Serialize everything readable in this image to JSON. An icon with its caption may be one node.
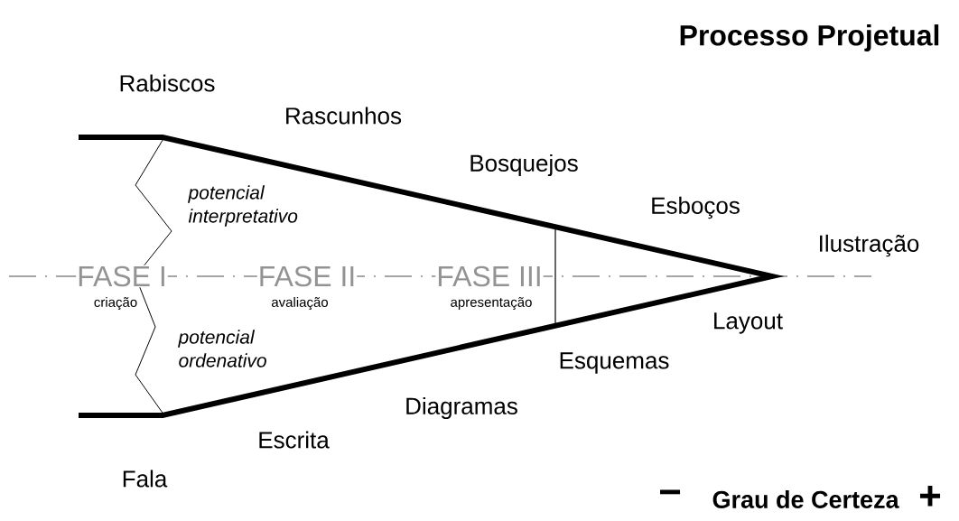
{
  "diagram": {
    "title": "Processo Projetual",
    "labels": [
      "Rabiscos",
      "Rascunhos",
      "Bosquejos",
      "Esboços",
      "potencial interpretativo",
      "Ilustração",
      "FASE I",
      "FASE II",
      "FASE III",
      "criação",
      "avaliação",
      "apresentação",
      "Layout",
      "potencial ordenativo",
      "Esquemas",
      "Diagramas",
      "Escrita",
      "Fala",
      "−",
      "Grau de Certeza",
      "+"
    ]
  }
}
